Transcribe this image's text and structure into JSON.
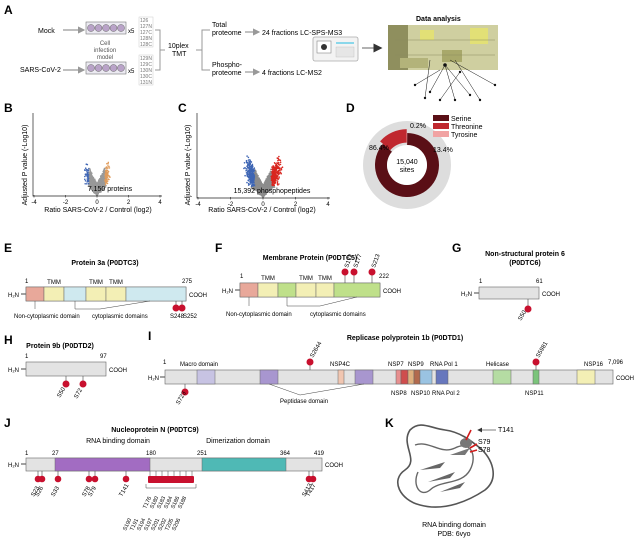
{
  "panels": {
    "A": {
      "label": "A",
      "mock": "Mock",
      "sars": "SARS-CoV-2",
      "x5_top": "x5",
      "x5_bottom": "x5",
      "model": [
        "Cell",
        "infection",
        "model"
      ],
      "tmt_mock": [
        "126",
        "127N",
        "127C",
        "128N",
        "128C"
      ],
      "tmt_sars": [
        "129N",
        "129C",
        "130N",
        "130C",
        "131N"
      ],
      "tmt": [
        "10plex",
        "TMT"
      ],
      "total": [
        "Total",
        "proteome"
      ],
      "phospho": [
        "Phospho-",
        "proteome"
      ],
      "fractions_total": "24 fractions LC-SPS-MS3",
      "fractions_phospho": "4 fractions LC-MS2",
      "data_analysis": "Data analysis"
    },
    "B": {
      "label": "B",
      "ylabel": "Adjusted P value (-Log10)",
      "xlabel": "Ratio SARS-CoV-2 / Control (log2)",
      "count": "7,150 proteins",
      "xticks": [
        "-4",
        "-2",
        "0",
        "2",
        "4"
      ]
    },
    "C": {
      "label": "C",
      "ylabel": "Adjusted P value (-Log10)",
      "xlabel": "Ratio SARS-CoV-2 / Control (log2)",
      "count": "15,392 phosphopeptides",
      "xticks": [
        "-4",
        "-2",
        "0",
        "2",
        "4"
      ]
    },
    "D": {
      "label": "D",
      "center": [
        "15,040",
        "sites"
      ],
      "slices": [
        {
          "name": "Serine",
          "pct": "86.4%",
          "value": 86.4,
          "color": "#5a0f16"
        },
        {
          "name": "Threonine",
          "pct": "13.4%",
          "value": 13.4,
          "color": "#c0282f"
        },
        {
          "name": "Tyrosine",
          "pct": "0.2%",
          "value": 0.2,
          "color": "#f1a3a3"
        }
      ]
    },
    "E": {
      "label": "E",
      "title": "Protein 3a (P0DTC3)",
      "start": "1",
      "end": "275",
      "n": "H₂N",
      "c": "COOH",
      "domains": [
        "TMM",
        "TMM",
        "TMM"
      ],
      "non_cyto": "Non-cytoplasmic domain",
      "cyto": "cytoplasmic domains",
      "sites": [
        "S248",
        "S252"
      ]
    },
    "F": {
      "label": "F",
      "title": "Membrane Protein (P0DTC5)",
      "start": "1",
      "end": "222",
      "n": "H₂N",
      "c": "COOH",
      "domains": [
        "TMM",
        "TMM",
        "TMM"
      ],
      "non_cyto": "Non-cytoplasmic domain",
      "cyto": "cytoplasmic domains",
      "sites": [
        "S172",
        "S177",
        "S213"
      ]
    },
    "G": {
      "label": "G",
      "title": [
        "Non-structural protein 6",
        "(P0DTC6)"
      ],
      "start": "1",
      "end": "61",
      "n": "H₂N",
      "c": "COOH",
      "sites": [
        "S50"
      ]
    },
    "H": {
      "label": "H",
      "title": "Protein 9b (P0DTD2)",
      "start": "1",
      "end": "97",
      "n": "H₂N",
      "c": "COOH",
      "sites": [
        "S50",
        "S72"
      ]
    },
    "I": {
      "label": "I",
      "title": "Replicase polyprotein 1b (P0DTD1)",
      "start": "1",
      "end": "7,096",
      "n": "H₂N",
      "c": "COOH",
      "macro": "Macro domain",
      "nsp4c": "NSP4C",
      "peptidase": "Peptidase domain",
      "nsp7": "NSP7",
      "nsp8": "NSP8",
      "nsp9": "NSP9",
      "nsp10": "NSP10",
      "rnapol1": "RNA Pol 1",
      "rnapol2": "RNA Pol 2",
      "helicase": "Helicase",
      "nsp11": "NSP11",
      "nsp16": "NSP16",
      "sites": [
        "S723",
        "S2644",
        "S5981"
      ]
    },
    "J": {
      "label": "J",
      "title": "Nucleoprotein N (P0DTC9)",
      "rna_domain": "RNA binding domain",
      "dim_domain": "Dimerization domain",
      "positions": [
        "1",
        "27",
        "180",
        "251",
        "364",
        "419"
      ],
      "n": "H₂N",
      "c": "COOH",
      "left_sites": [
        "S23",
        "S26",
        "S33",
        "S78",
        "S79",
        "T141"
      ],
      "cluster_top": [
        "T176",
        "S180",
        "S183",
        "S184",
        "S186",
        "S188"
      ],
      "cluster_bottom": [
        "S190",
        "T191",
        "S194",
        "S197",
        "S201",
        "S202",
        "T205",
        "S206"
      ],
      "right_sites": [
        "S413",
        "T417"
      ]
    },
    "K": {
      "label": "K",
      "sites": [
        "T141",
        "S79",
        "S78"
      ],
      "caption": [
        "RNA binding domain",
        "PDB: 6vyo"
      ]
    }
  },
  "chart_data": [
    {
      "type": "scatter",
      "panel": "B",
      "xlabel": "Ratio SARS-CoV-2 / Control (log2)",
      "ylabel": "Adjusted P value (-Log10)",
      "xlim": [
        -4,
        4
      ],
      "annotation": "7,150 proteins",
      "colors": {
        "down": "#3f66b4",
        "up": "#e09b5a",
        "ns": "#999999"
      }
    },
    {
      "type": "scatter",
      "panel": "C",
      "xlabel": "Ratio SARS-CoV-2 / Control (log2)",
      "ylabel": "Adjusted P value (-Log10)",
      "xlim": [
        -4,
        4
      ],
      "annotation": "15,392 phosphopeptides",
      "colors": {
        "down": "#3f66b4",
        "up": "#d8261f",
        "ns": "#8c8c8c"
      }
    },
    {
      "type": "pie",
      "panel": "D",
      "center_text": "15,040 sites",
      "slices": [
        {
          "name": "Serine",
          "value": 86.4
        },
        {
          "name": "Threonine",
          "value": 13.4
        },
        {
          "name": "Tyrosine",
          "value": 0.2
        }
      ]
    }
  ]
}
